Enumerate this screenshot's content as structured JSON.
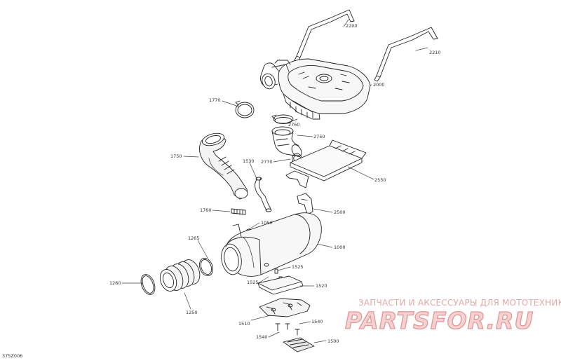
{
  "diagram_code": "375Z006",
  "callouts": [
    {
      "id": "p2200",
      "label": "2200"
    },
    {
      "id": "p2210",
      "label": "2210"
    },
    {
      "id": "p2000",
      "label": "2000"
    },
    {
      "id": "p1770",
      "label": "1770"
    },
    {
      "id": "p2760",
      "label": "2760"
    },
    {
      "id": "p2750",
      "label": "2750"
    },
    {
      "id": "p2770",
      "label": "2770"
    },
    {
      "id": "p1750",
      "label": "1750"
    },
    {
      "id": "p1530",
      "label": "1530"
    },
    {
      "id": "p2550",
      "label": "2550"
    },
    {
      "id": "p1760",
      "label": "1760"
    },
    {
      "id": "p2500",
      "label": "2500"
    },
    {
      "id": "p1050",
      "label": "1050"
    },
    {
      "id": "p1000",
      "label": "1000"
    },
    {
      "id": "p1265",
      "label": "1265"
    },
    {
      "id": "p1525",
      "label": "1525"
    },
    {
      "id": "p1260",
      "label": "1260"
    },
    {
      "id": "p1525b",
      "label": "1525"
    },
    {
      "id": "p1520",
      "label": "1520"
    },
    {
      "id": "p1250",
      "label": "1250"
    },
    {
      "id": "p1510",
      "label": "1510"
    },
    {
      "id": "p1540",
      "label": "1540"
    },
    {
      "id": "p1540b",
      "label": "1540"
    },
    {
      "id": "p1500",
      "label": "1500"
    }
  ],
  "watermark": {
    "line1": "ЗАПЧАСТИ И АКСЕССУАРЫ ДЛЯ МОТОТЕХНИКИ",
    "logo": "PARTSFOR.RU",
    "color": "#e39696"
  }
}
